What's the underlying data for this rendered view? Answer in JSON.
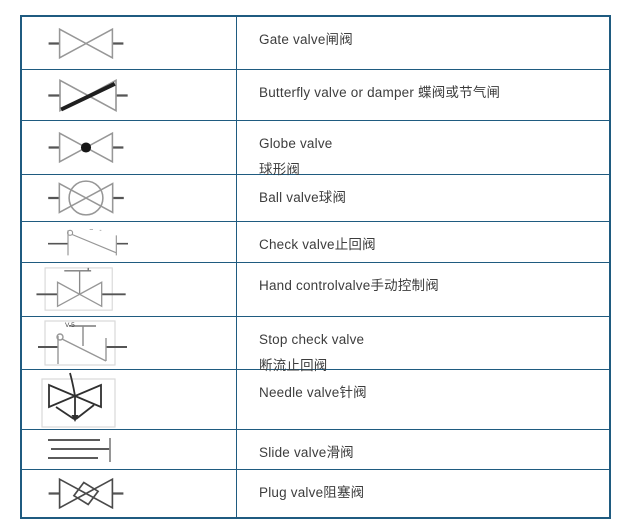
{
  "table": {
    "border_color": "#1f5b80",
    "text_color": "#3d3d3d",
    "symbol_frame_color": "#d9d9d9",
    "rows": [
      {
        "symbol_icon": "gate-valve-symbol",
        "label": "Gate valve闸阀"
      },
      {
        "symbol_icon": "butterfly-valve-symbol",
        "label": "Butterfly valve or damper 蝶阀或节气闸"
      },
      {
        "symbol_icon": "globe-valve-symbol",
        "label": "Globe valve",
        "label2": "球形阀"
      },
      {
        "symbol_icon": "ball-valve-symbol",
        "label": "Ball valve球阀"
      },
      {
        "symbol_icon": "check-valve-symbol",
        "label": "Check valve止回阀"
      },
      {
        "symbol_icon": "hand-control-valve-symbol",
        "label": "Hand controlvalve手动控制阀"
      },
      {
        "symbol_icon": "stop-check-valve-symbol",
        "label": "Stop check valve",
        "label2": "断流止回阀",
        "tag": "V-5"
      },
      {
        "symbol_icon": "needle-valve-symbol",
        "label": "Needle valve针阀"
      },
      {
        "symbol_icon": "slide-valve-symbol",
        "label": "Slide valve滑阀"
      },
      {
        "symbol_icon": "plug-valve-symbol",
        "label": "Plug valve阻塞阀"
      }
    ]
  }
}
